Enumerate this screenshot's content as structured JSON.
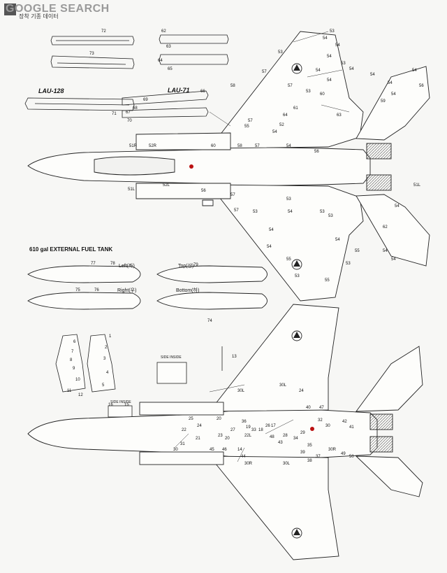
{
  "watermark": {
    "text": "GOOGLE SEARCH"
  },
  "header": {
    "subtitle": "장착 기종 데이터"
  },
  "sections": {
    "lau128": "LAU-128",
    "lau71": "LAU-71",
    "fuel_tank": "610 gal EXTERNAL FUEL TANK",
    "tank_views": {
      "left": "Left(좌)",
      "top": "Top(상)",
      "right": "Right(우)",
      "bottom": "Bottom(하)"
    },
    "side_inside": "SIDE INSIDE",
    "side_inside_2": "SIDE INSIDE"
  },
  "callouts": {
    "top_view": [
      "53",
      "54",
      "54",
      "53",
      "54",
      "53",
      "54",
      "54",
      "54",
      "54",
      "54",
      "54",
      "57",
      "58",
      "57",
      "53",
      "60",
      "54",
      "56",
      "59",
      "61",
      "64",
      "57",
      "63",
      "52",
      "54",
      "55",
      "51R",
      "52R",
      "60",
      "58",
      "57",
      "54",
      "56",
      "52L",
      "51L",
      "56",
      "57",
      "53",
      "57",
      "53",
      "51L",
      "54",
      "54",
      "53",
      "53",
      "54",
      "62",
      "54",
      "55",
      "54",
      "54",
      "55",
      "53",
      "55",
      "54",
      "53"
    ],
    "bottom_view": [
      "13",
      "16",
      "15",
      "30L",
      "30L",
      "24",
      "40",
      "47",
      "32",
      "20",
      "36",
      "30",
      "29",
      "28",
      "27",
      "26",
      "25",
      "24",
      "23",
      "22",
      "21",
      "20",
      "19",
      "18",
      "17",
      "14",
      "22L",
      "33",
      "48",
      "43",
      "34",
      "35",
      "31",
      "30",
      "45",
      "46",
      "44",
      "30R",
      "30L",
      "39",
      "38",
      "37",
      "30R",
      "42",
      "41",
      "49",
      "50"
    ],
    "lau": [
      "72",
      "73",
      "62",
      "63",
      "64",
      "65",
      "66",
      "69",
      "68",
      "67",
      "70",
      "71"
    ],
    "tank": [
      "77",
      "78",
      "79",
      "75",
      "76",
      "74"
    ],
    "seat": [
      "6",
      "7",
      "8",
      "9",
      "10",
      "11",
      "12",
      "1",
      "2",
      "3",
      "4",
      "5"
    ]
  }
}
